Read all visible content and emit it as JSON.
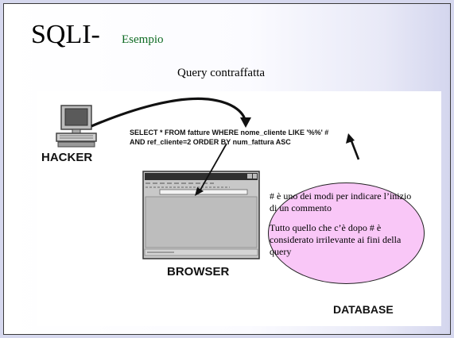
{
  "slide": {
    "title": "SQLI-",
    "subtitle": "Esempio",
    "caption": "Query contraffatta"
  },
  "diagram": {
    "hacker_label": "HACKER",
    "browser_label": "BROWSER",
    "database_label": "DATABASE",
    "query_line_1": "SELECT * FROM fatture WHERE nome_cliente LIKE '%%' #",
    "query_line_2": "AND ref_cliente=2 ORDER BY num_fattura ASC"
  },
  "callout": {
    "text_1": "# è uno dei modi per indicare l’inizio di un commento",
    "text_2": "Tutto quello che c’è dopo # è considerato irrilevante ai fini della query"
  },
  "colors": {
    "subtitle": "#0d6a22",
    "bubble_fill": "#f9c7f7"
  }
}
